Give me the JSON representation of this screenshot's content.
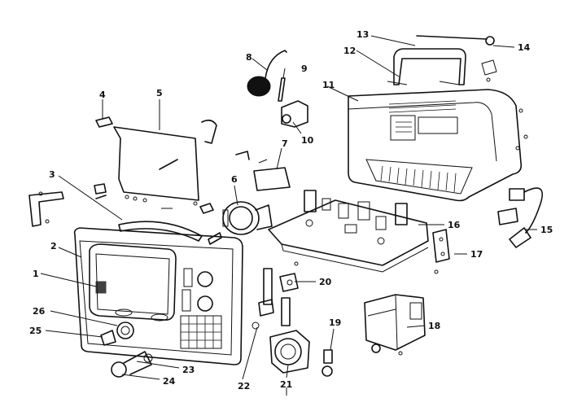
{
  "labels": [
    "1",
    "2",
    "3",
    "4",
    "5",
    "6",
    "7",
    "8",
    "9",
    "10",
    "11",
    "12",
    "13",
    "14",
    "15",
    "16",
    "17",
    "18",
    "19",
    "20",
    "21",
    "22",
    "23",
    "24",
    "25",
    "26"
  ]
}
